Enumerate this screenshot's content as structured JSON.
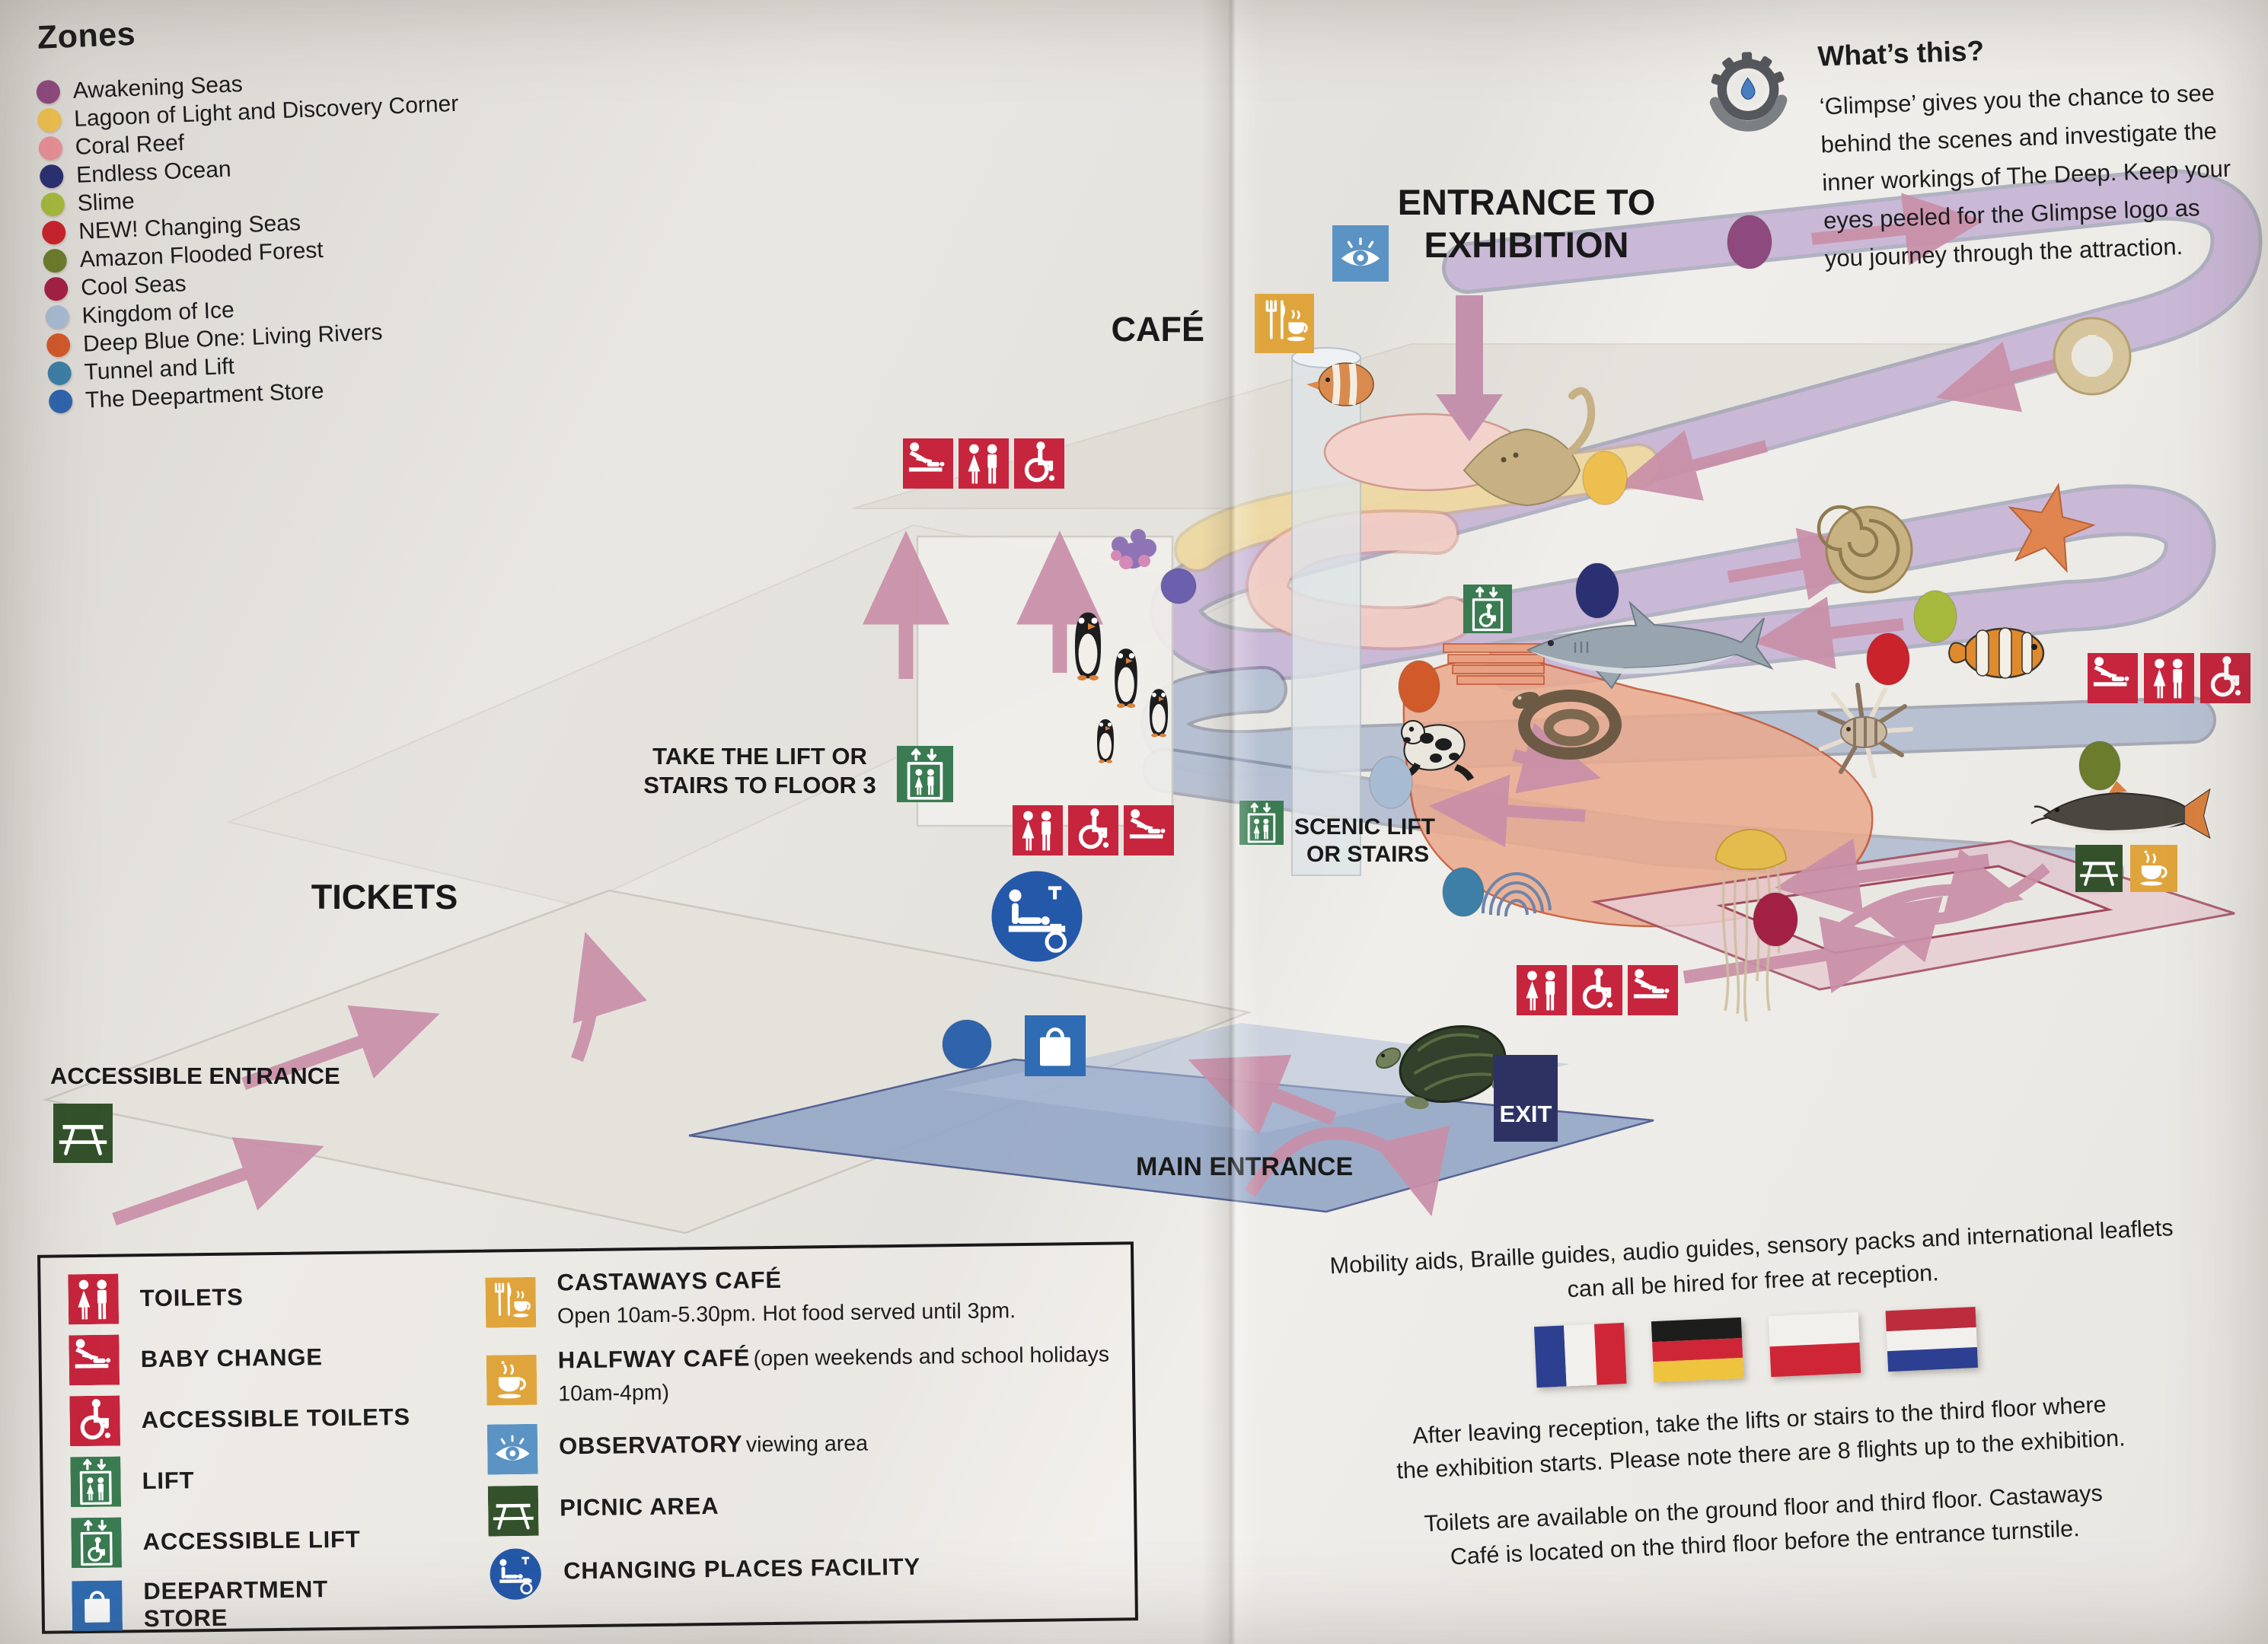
{
  "zones": {
    "heading": "Zones",
    "items": [
      {
        "label": "Awakening Seas",
        "color": "#8e4a7e"
      },
      {
        "label": "Lagoon of Light and Discovery Corner",
        "color": "#edbf4e"
      },
      {
        "label": "Coral Reef",
        "color": "#e88f97"
      },
      {
        "label": "Endless Ocean",
        "color": "#2a3071"
      },
      {
        "label": "Slime",
        "color": "#a6b93d"
      },
      {
        "label": "NEW! Changing Seas",
        "color": "#c9232c"
      },
      {
        "label": "Amazon Flooded Forest",
        "color": "#6b7c2d"
      },
      {
        "label": "Cool Seas",
        "color": "#a32045"
      },
      {
        "label": "Kingdom of Ice",
        "color": "#a7bbd2"
      },
      {
        "label": "Deep Blue One: Living Rivers",
        "color": "#d15a2b"
      },
      {
        "label": "Tunnel and Lift",
        "color": "#3d7fa6"
      },
      {
        "label": "The Deepartment Store",
        "color": "#2f64ad"
      }
    ]
  },
  "glimpse": {
    "heading": "What’s this?",
    "logo_icon": "glimpse-gear-droplet-icon",
    "lines": [
      "‘Glimpse’ gives you the chance to see",
      "behind the scenes and investigate the",
      "inner workings of The Deep. Keep your",
      "eyes peeled for the Glimpse logo as",
      "you journey through the attraction."
    ]
  },
  "map": {
    "labels": {
      "entrance_line1": "ENTRANCE TO",
      "entrance_line2": "EXHIBITION",
      "cafe": "CAFÉ",
      "take_lift_line1": "TAKE THE LIFT OR",
      "take_lift_line2": "STAIRS TO FLOOR 3",
      "tickets": "TICKETS",
      "scenic_line1": "SCENIC LIFT",
      "scenic_line2": "OR STAIRS",
      "accessible_entrance": "ACCESSIBLE ENTRANCE",
      "main_entrance": "MAIN ENTRANCE",
      "exit": "EXIT"
    },
    "creatures": [
      "butterflyfish",
      "stingray",
      "ammonite-fossil",
      "shark-jaw-fossil",
      "starfish",
      "shark",
      "clownfish",
      "lionfish",
      "jellyfish",
      "anaconda-snake",
      "poison-dart-frog",
      "gentoo-penguins",
      "turtle",
      "red-tailed-catfish",
      "coral"
    ]
  },
  "legend": {
    "left": [
      {
        "icon": "toilets-icon",
        "label": "TOILETS"
      },
      {
        "icon": "baby-change-icon",
        "label": "BABY CHANGE"
      },
      {
        "icon": "accessible-toilets-icon",
        "label": "ACCESSIBLE TOILETS"
      },
      {
        "icon": "lift-icon",
        "label": "LIFT"
      },
      {
        "icon": "accessible-lift-icon",
        "label": "ACCESSIBLE LIFT"
      },
      {
        "icon": "deepartment-store-icon",
        "label_line1": "DEEPARTMENT",
        "label_line2": "STORE"
      }
    ],
    "right": [
      {
        "icon": "castaways-cafe-icon",
        "title": "CASTAWAYS CAFÉ",
        "desc": "Open 10am‑5.30pm. Hot food served until 3pm."
      },
      {
        "icon": "halfway-cafe-icon",
        "title": "HALFWAY CAFÉ",
        "desc": "(open weekends and school holidays 10am‑4pm)"
      },
      {
        "icon": "observatory-icon",
        "title": "OBSERVATORY",
        "desc": "viewing area"
      },
      {
        "icon": "picnic-area-icon",
        "title": "PICNIC AREA",
        "desc": ""
      },
      {
        "icon": "changing-places-icon",
        "title": "CHANGING PLACES FACILITY",
        "desc": ""
      }
    ]
  },
  "info": {
    "mobility_line1": "Mobility aids, Braille guides, audio guides, sensory packs and international leaflets",
    "mobility_line2": "can all be hired for free at reception.",
    "flags": [
      {
        "name": "France",
        "stripes": [
          "#2d3f91",
          "#f2f0ec",
          "#cf2637"
        ]
      },
      {
        "name": "Germany",
        "stripes": [
          "#1d1d1b",
          "#cf2637",
          "#eec33e"
        ]
      },
      {
        "name": "Poland",
        "stripes": [
          "#f2f0ec",
          "#cf2637"
        ]
      },
      {
        "name": "Netherlands",
        "stripes": [
          "#bc2c3d",
          "#f2f0ec",
          "#2d3f91"
        ]
      }
    ],
    "after_line1": "After leaving reception, take the lifts or stairs to the third floor where",
    "after_line2": "the exhibition starts. Please note there are 8 flights up to the exhibition.",
    "toilets_line1": "Toilets are available on the ground floor and third floor. Castaways",
    "toilets_line2": "Café is located on the third floor before the entrance turnstile."
  },
  "palette": {
    "paper": "#e9e7e2",
    "arrow_pink": "#c98fa8",
    "ramp_lavender": "#cbb8d8",
    "ice_blue_grey": "#b7c2d4",
    "amazon_salmon": "#eaa98c",
    "loop_pink": "#e8cdd3",
    "corridor_blue": "#94a7c7",
    "icon_red": "#c6253d",
    "icon_green": "#3a7b52",
    "icon_yellow": "#dfa53c",
    "icon_blue_observatory": "#5b93c4",
    "icon_blue_store": "#2f6cb3",
    "icon_green_picnic": "#33522b",
    "icon_blue_changing": "#2458a8",
    "exit_navy": "#2e3263"
  }
}
